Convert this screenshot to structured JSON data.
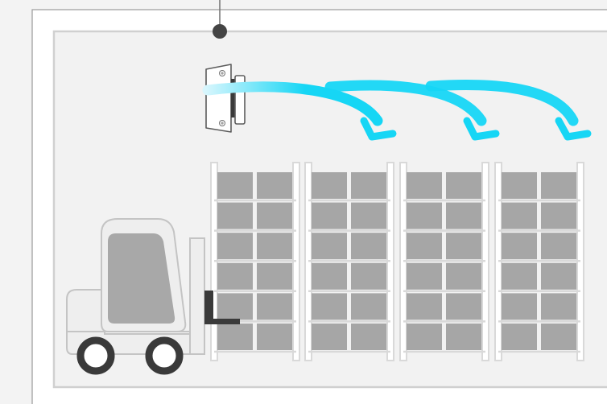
{
  "diagram": {
    "colors": {
      "background": "#f3f3f3",
      "outer_panel": "#ffffff",
      "inner_room": "#f2f2f2",
      "border": "#9a9a9a",
      "inner_border": "#d0d0d0",
      "rack_frame": "#d9d9d9",
      "box": "#a6a6a6",
      "arrow": "#16d6f5",
      "arrow_fade": "#d8f6fd",
      "forklift_body": "#eeeeee",
      "forklift_outline": "#c4c4c4",
      "forklift_glass": "#a8a8a8",
      "wheel": "#3a3a3a",
      "pin": "#444444"
    },
    "sensor": {
      "icon": "wall-mounted-reader-icon",
      "pin_icon": "mount-pin-icon"
    },
    "signal_arrows": {
      "count": 3,
      "icon": "signal-arrow-icon"
    },
    "racks": {
      "count": 4,
      "rows": 6,
      "columns": 2,
      "icon": "storage-rack-icon"
    },
    "forklift": {
      "icon": "forklift-icon"
    }
  }
}
